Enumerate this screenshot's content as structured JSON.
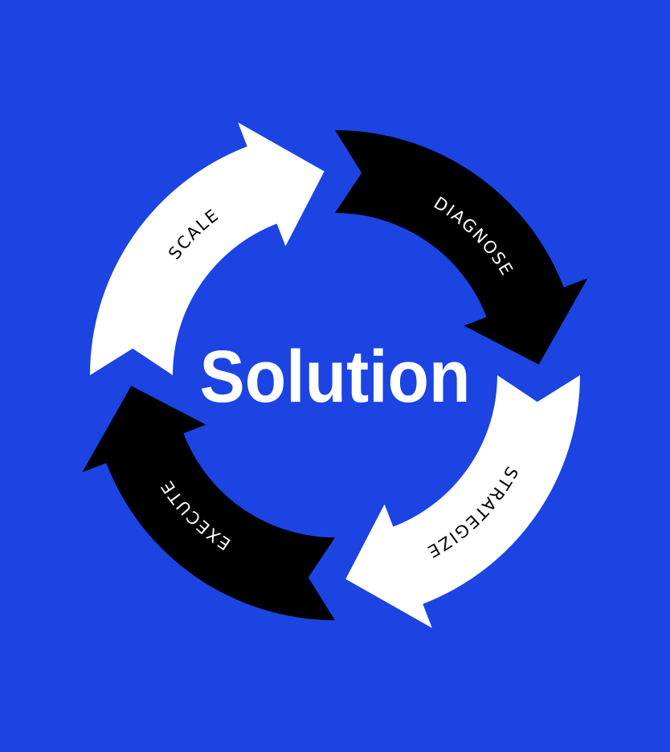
{
  "background_color": "#1c44e3",
  "center_text": "Solution",
  "cycle": [
    {
      "label": "DIAGNOSE",
      "fill": "#000000",
      "text_color": "#ffffff"
    },
    {
      "label": "STRATEGIZE",
      "fill": "#ffffff",
      "text_color": "#000000"
    },
    {
      "label": "EXECUTE",
      "fill": "#000000",
      "text_color": "#ffffff"
    },
    {
      "label": "SCALE",
      "fill": "#ffffff",
      "text_color": "#000000"
    }
  ]
}
